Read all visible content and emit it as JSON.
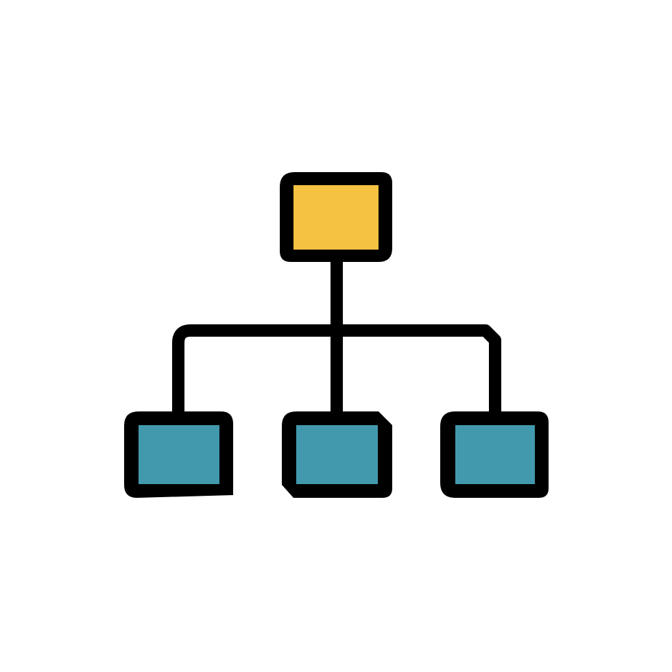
{
  "icon": {
    "name": "hierarchy-icon",
    "colors": {
      "outline": "#000000",
      "root_fill": "#F5C242",
      "child_fill": "#4299AE",
      "background": "#FFFFFF"
    },
    "nodes": [
      {
        "id": "root",
        "role": "parent"
      },
      {
        "id": "child-left",
        "role": "child"
      },
      {
        "id": "child-middle",
        "role": "child"
      },
      {
        "id": "child-right",
        "role": "child"
      }
    ],
    "edges": [
      [
        "root",
        "child-left"
      ],
      [
        "root",
        "child-middle"
      ],
      [
        "root",
        "child-right"
      ]
    ]
  }
}
